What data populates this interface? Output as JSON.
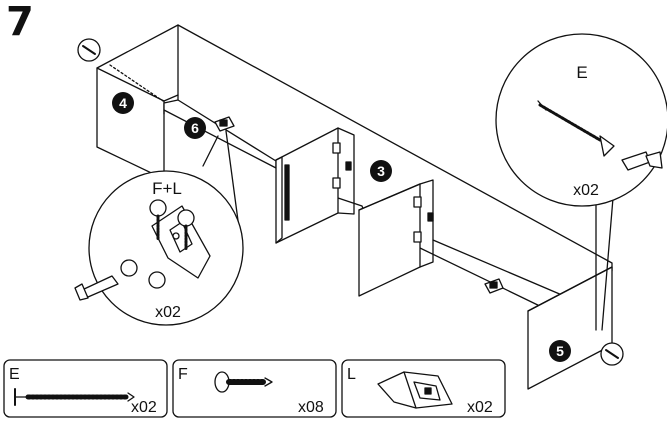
{
  "step": {
    "number": "7"
  },
  "panels": {
    "p3": "3",
    "p4": "4",
    "p5": "5",
    "p6": "6"
  },
  "callouts": {
    "fl": {
      "label": "F+L",
      "qty": "x02"
    },
    "e": {
      "label": "E",
      "qty": "x02"
    }
  },
  "parts": [
    {
      "id": "E",
      "label": "E",
      "qty": "x02"
    },
    {
      "id": "F",
      "label": "F",
      "qty": "x08"
    },
    {
      "id": "L",
      "label": "L",
      "qty": "x02"
    }
  ],
  "colors": {
    "line": "#111111",
    "badge": "#111111",
    "paper": "#ffffff"
  }
}
